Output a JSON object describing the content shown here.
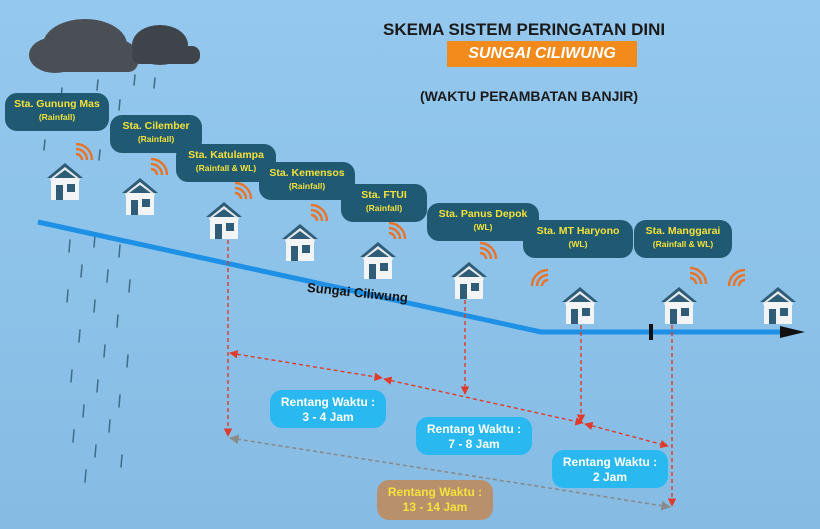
{
  "title": "SKEMA SISTEM PERINGATAN DINI",
  "subtitle": "SUNGAI CILIWUNG",
  "caption": "(WAKTU PERAMBATAN BANJIR)",
  "river_label": "Sungai Ciliwung",
  "stations": [
    {
      "name": "Sta. Gunung Mas",
      "type": "(Rainfall)"
    },
    {
      "name": "Sta. Cilember",
      "type": "(Rainfall)"
    },
    {
      "name": "Sta. Katulampa",
      "type": "(Rainfall & WL)"
    },
    {
      "name": "Sta. Kemensos",
      "type": "(Rainfall)"
    },
    {
      "name": "Sta. FTUI",
      "type": "(Rainfall)"
    },
    {
      "name": "Sta. Panus Depok",
      "type": "(WL)"
    },
    {
      "name": "Sta. MT Haryono",
      "type": "(WL)"
    },
    {
      "name": "Sta. Manggarai",
      "type": "(Rainfall & WL)"
    }
  ],
  "ranges": [
    {
      "label": "Rentang Waktu :",
      "value": "3 - 4 Jam"
    },
    {
      "label": "Rentang Waktu :",
      "value": "7 - 8 Jam"
    },
    {
      "label": "Rentang Waktu :",
      "value": "2 Jam"
    },
    {
      "label": "Rentang Waktu :",
      "value": "13 - 14 Jam"
    }
  ],
  "colors": {
    "background": "#8fc3ea",
    "river": "#1e90e6",
    "station_box": "#1f5a72",
    "station_text": "#f4e23a",
    "subtitle_bg": "#f28a1c",
    "range_blue": "#29b8f0",
    "range_tan": "#b8906b",
    "arrow_red": "#e03a2a",
    "arrow_grey": "#8a8a8a",
    "signal": "#e8742a"
  },
  "icons": [
    "rain-cloud-icon",
    "house-icon",
    "signal-wave-icon"
  ]
}
